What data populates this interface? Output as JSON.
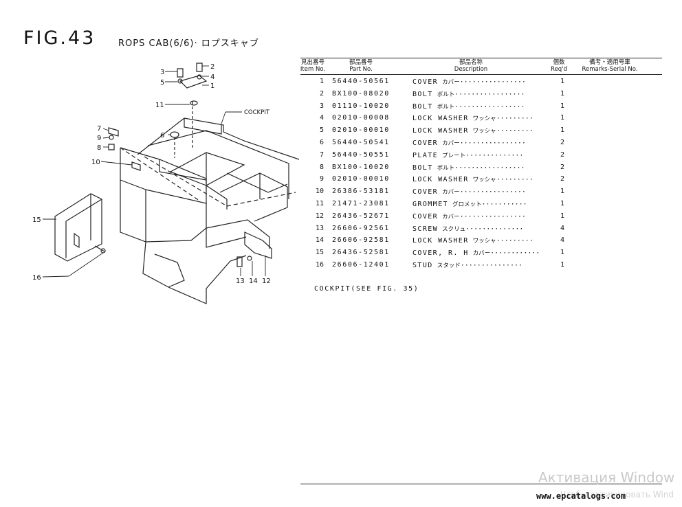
{
  "figure": {
    "number": "FIG.43",
    "subtitle": "ROPS CAB(6/6)· ロプスキャブ"
  },
  "table": {
    "headers": {
      "item": [
        "見出番号",
        "Item No."
      ],
      "part": [
        "部品番号",
        "Part No."
      ],
      "desc": [
        "部品名称",
        "Description"
      ],
      "qty": [
        "個数",
        "Req'd"
      ],
      "remarks": [
        "備考・適用号車",
        "Remarks-Serial No."
      ]
    },
    "rows": [
      {
        "item": "1",
        "part": "56440-50561",
        "name": "COVER",
        "jp": "カバー",
        "dots": "················",
        "qty": "1"
      },
      {
        "item": "2",
        "part": "BX100-08020",
        "name": "BOLT",
        "jp": "ボルト",
        "dots": "·················",
        "qty": "1"
      },
      {
        "item": "3",
        "part": "01110-10020",
        "name": "BOLT",
        "jp": "ボルト",
        "dots": "·················",
        "qty": "1"
      },
      {
        "item": "4",
        "part": "02010-00008",
        "name": "LOCK WASHER",
        "jp": "ワッシャ",
        "dots": "·········",
        "qty": "1"
      },
      {
        "item": "5",
        "part": "02010-00010",
        "name": "LOCK WASHER",
        "jp": "ワッシャ",
        "dots": "·········",
        "qty": "1"
      },
      {
        "item": "6",
        "part": "56440-50541",
        "name": "COVER",
        "jp": "カバー",
        "dots": "················",
        "qty": "2"
      },
      {
        "item": "7",
        "part": "56440-50551",
        "name": "PLATE",
        "jp": "プレート",
        "dots": "··············",
        "qty": "2"
      },
      {
        "item": "8",
        "part": "BX100-10020",
        "name": "BOLT",
        "jp": "ボルト",
        "dots": "·················",
        "qty": "2"
      },
      {
        "item": "9",
        "part": "02010-00010",
        "name": "LOCK WASHER",
        "jp": "ワッシャ",
        "dots": "·········",
        "qty": "2"
      },
      {
        "item": "10",
        "part": "26386-53181",
        "name": "COVER",
        "jp": "カバー",
        "dots": "················",
        "qty": "1"
      },
      {
        "item": "11",
        "part": "21471-23081",
        "name": "GROMMET",
        "jp": "グロメット",
        "dots": "···········",
        "qty": "1"
      },
      {
        "item": "12",
        "part": "26436-52671",
        "name": "COVER",
        "jp": "カバー",
        "dots": "················",
        "qty": "1"
      },
      {
        "item": "13",
        "part": "26606-92561",
        "name": "SCREW",
        "jp": "スクリュ",
        "dots": "··············",
        "qty": "4"
      },
      {
        "item": "14",
        "part": "26606-92581",
        "name": "LOCK WASHER",
        "jp": "ワッシャ",
        "dots": "·········",
        "qty": "4"
      },
      {
        "item": "15",
        "part": "26436-52581",
        "name": "COVER, R. H",
        "jp": "カバー",
        "dots": "············",
        "qty": "1"
      },
      {
        "item": "16",
        "part": "26606-12401",
        "name": "STUD",
        "jp": "スタッド",
        "dots": "···············",
        "qty": "1"
      }
    ],
    "note": "COCKPIT(SEE FIG. 35)"
  },
  "diagram": {
    "label_cockpit": "COCKPIT",
    "callouts": [
      "1",
      "2",
      "3",
      "4",
      "5",
      "6",
      "7",
      "8",
      "9",
      "10",
      "11",
      "12",
      "13",
      "14",
      "15",
      "16"
    ]
  },
  "watermark": {
    "line1": "Активация Window",
    "line2": "Чтобы активировать Wind"
  },
  "site": "www.epcatalogs.com"
}
